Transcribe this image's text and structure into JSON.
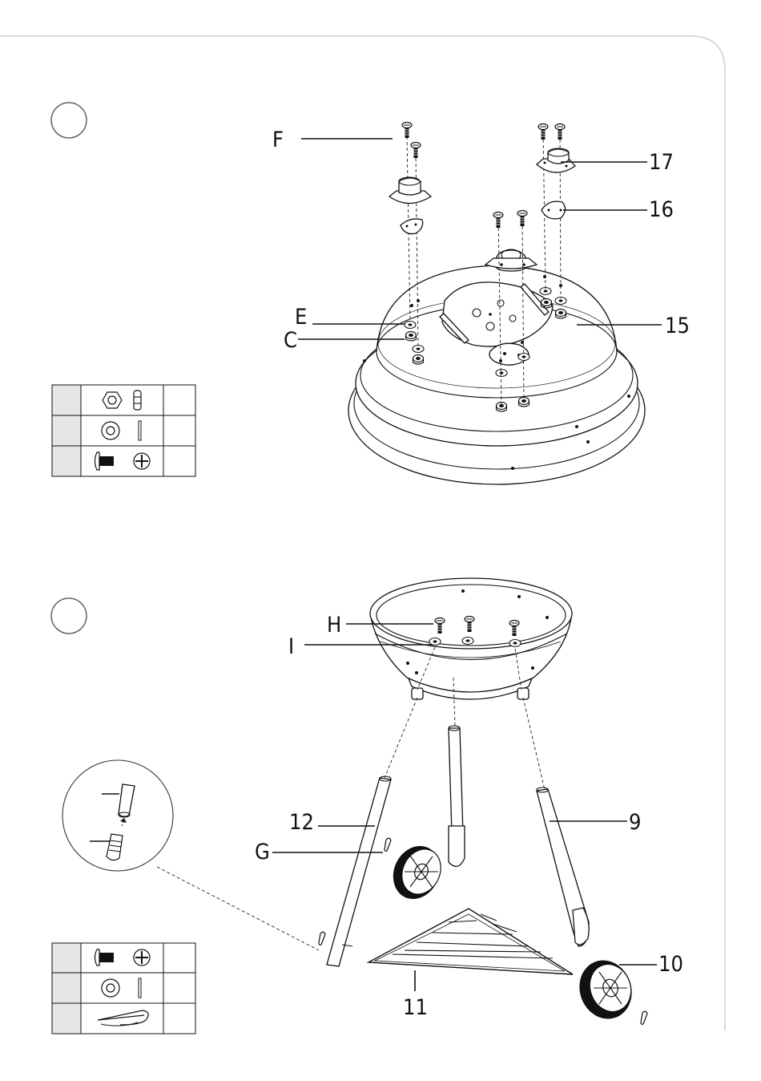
{
  "step1": {
    "labels": {
      "F": "F",
      "E": "E",
      "C": "C",
      "p17": "17",
      "p16": "16",
      "p15": "15"
    },
    "hardware": [
      {
        "icons": [
          "hex-nut-icon",
          "nut-side-icon"
        ],
        "qty": ""
      },
      {
        "icons": [
          "washer-icon",
          "washer-side-icon"
        ],
        "qty": ""
      },
      {
        "icons": [
          "bolt-icon",
          "bolt-head-icon"
        ],
        "qty": ""
      }
    ]
  },
  "step2": {
    "labels": {
      "H": "H",
      "I": "I",
      "G": "G",
      "p12": "12",
      "p9": "9",
      "p10": "10",
      "p11": "11"
    },
    "hardware": [
      {
        "icons": [
          "bolt-icon",
          "bolt-head-icon"
        ],
        "qty": ""
      },
      {
        "icons": [
          "washer-icon",
          "washer-side-icon"
        ],
        "qty": ""
      },
      {
        "icons": [
          "r-clip-pin-icon"
        ],
        "qty": ""
      }
    ]
  }
}
